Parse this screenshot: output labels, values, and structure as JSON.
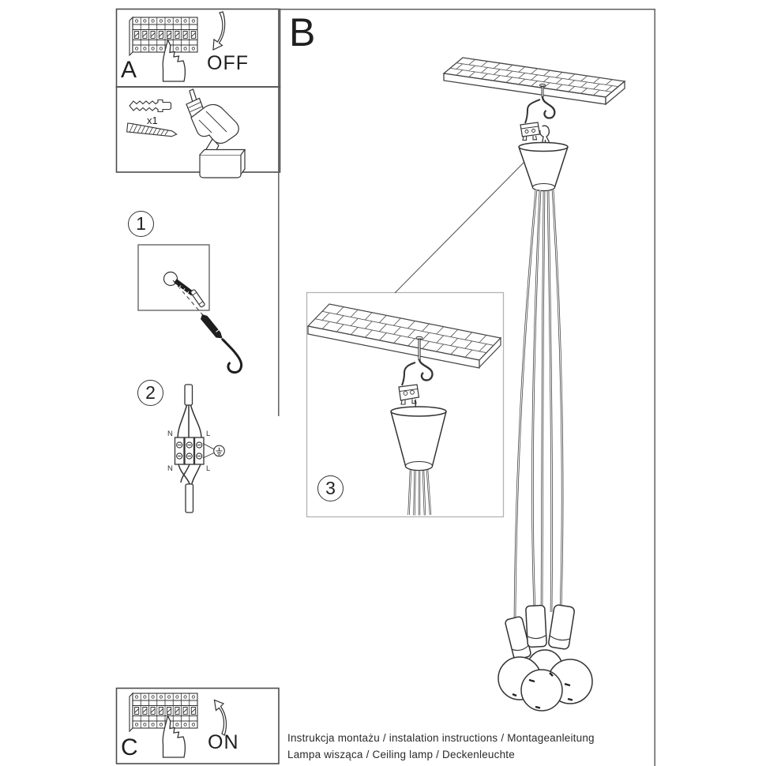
{
  "sections": {
    "a": {
      "label": "A",
      "action": "OFF"
    },
    "b": {
      "label": "B"
    },
    "c": {
      "label": "C",
      "action": "ON"
    },
    "tools": {
      "quantity": "x1"
    }
  },
  "steps": {
    "one": "1",
    "two": "2",
    "three": "3"
  },
  "wiring": {
    "neutral": "N",
    "live": "L"
  },
  "footer": {
    "line1": "Instrukcja montażu / instalation instructions / Montageanleitung",
    "line2": "Lampa wisząca / Ceiling lamp / Deckenleuchte"
  },
  "colors": {
    "ink": "#333333",
    "box_border": "#4d4d4d",
    "detail_border": "#b3b3b3"
  }
}
